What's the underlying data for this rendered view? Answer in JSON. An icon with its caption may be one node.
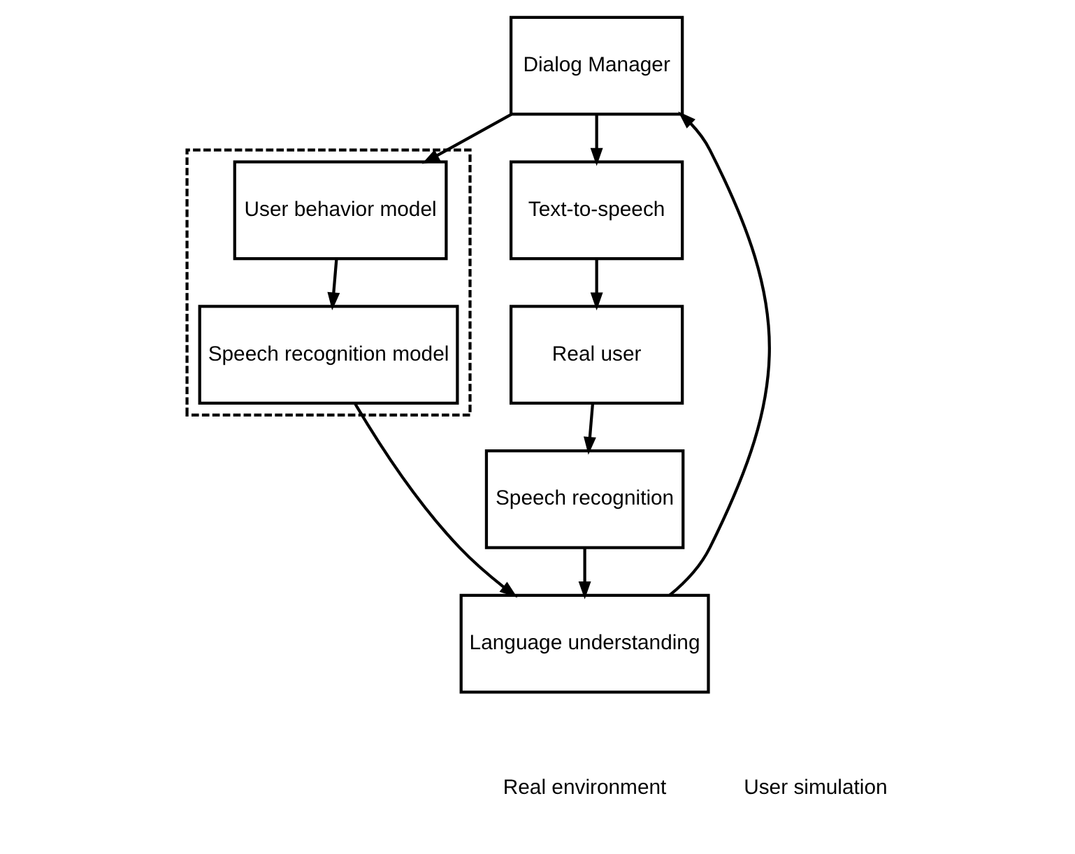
{
  "diagram": {
    "nodes": [
      {
        "text": [
          "Dialog Manager"
        ]
      },
      {
        "text": [
          "Language understanding"
        ]
      },
      {
        "text": [
          "Text-to-speech"
        ]
      },
      {
        "text": [
          "Real user"
        ]
      },
      {
        "text": [
          "Speech recognition"
        ]
      },
      {
        "text": [],
        "shape": "box"
      },
      {
        "text": [
          "User behavior model"
        ],
        "in": 5
      },
      {
        "text": [
          "Speech recognition model"
        ],
        "in": 5
      }
    ],
    "edges": [
      {
        "from": 0,
        "to": 2,
        "arrow": "to"
      },
      {
        "from": 0,
        "to": 6,
        "arrow": "to"
      },
      {
        "from": 1,
        "to": 0,
        "arrow": "to"
      },
      {
        "from": 2,
        "to": 3,
        "arrow": "to"
      },
      {
        "from": 3,
        "to": 4,
        "arrow": "to"
      },
      {
        "from": 6,
        "to": 7,
        "arrow": "to"
      },
      {
        "from": 4,
        "to": 1,
        "arrow": "to"
      },
      {
        "from": 7,
        "to": 1,
        "arrow": "to"
      }
    ],
    "labels": [
      "Real environment",
      "User simulation"
    ]
  }
}
